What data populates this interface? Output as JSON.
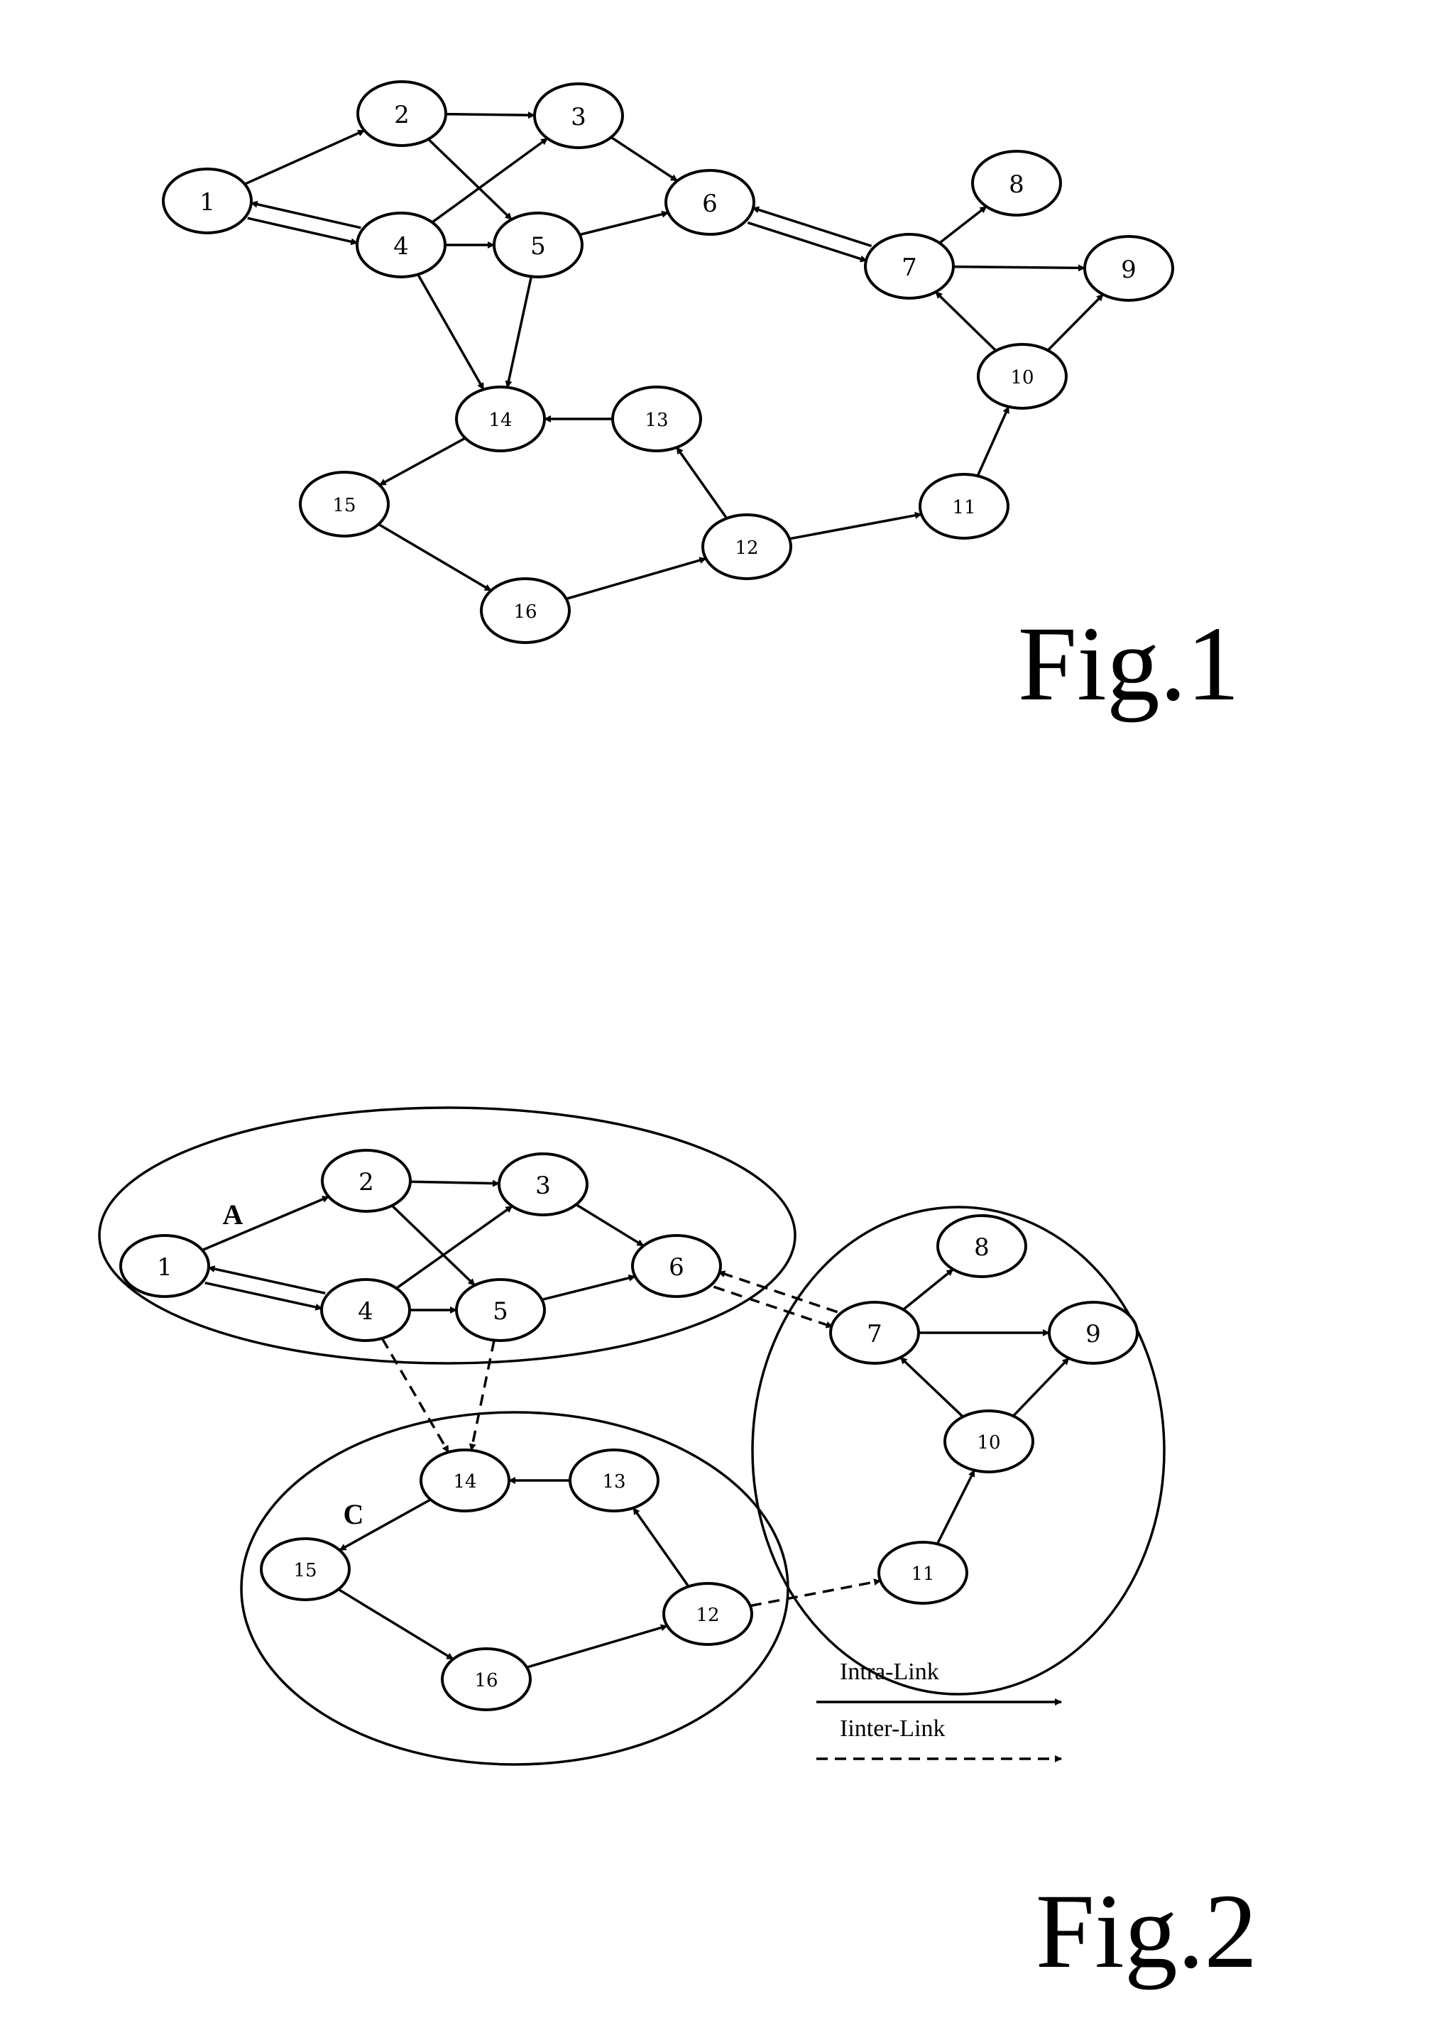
{
  "fig1": {
    "caption": "Fig.1",
    "nodes": [
      {
        "id": "1",
        "label": "1"
      },
      {
        "id": "2",
        "label": "2"
      },
      {
        "id": "3",
        "label": "3"
      },
      {
        "id": "4",
        "label": "4"
      },
      {
        "id": "5",
        "label": "5"
      },
      {
        "id": "6",
        "label": "6"
      },
      {
        "id": "7",
        "label": "7"
      },
      {
        "id": "8",
        "label": "8"
      },
      {
        "id": "9",
        "label": "9"
      },
      {
        "id": "10",
        "label": "10"
      },
      {
        "id": "11",
        "label": "11"
      },
      {
        "id": "12",
        "label": "12"
      },
      {
        "id": "13",
        "label": "13"
      },
      {
        "id": "14",
        "label": "14"
      },
      {
        "id": "15",
        "label": "15"
      },
      {
        "id": "16",
        "label": "16"
      }
    ],
    "edges": [
      [
        "1",
        "2"
      ],
      [
        "2",
        "3"
      ],
      [
        "2",
        "5"
      ],
      [
        "1",
        "4"
      ],
      [
        "4",
        "1"
      ],
      [
        "4",
        "3"
      ],
      [
        "4",
        "5"
      ],
      [
        "4",
        "14"
      ],
      [
        "5",
        "14"
      ],
      [
        "3",
        "6"
      ],
      [
        "5",
        "6"
      ],
      [
        "6",
        "7"
      ],
      [
        "7",
        "6"
      ],
      [
        "7",
        "8"
      ],
      [
        "7",
        "9"
      ],
      [
        "10",
        "7"
      ],
      [
        "10",
        "9"
      ],
      [
        "11",
        "10"
      ],
      [
        "12",
        "11"
      ],
      [
        "12",
        "13"
      ],
      [
        "13",
        "14"
      ],
      [
        "14",
        "15"
      ],
      [
        "15",
        "16"
      ],
      [
        "16",
        "12"
      ]
    ]
  },
  "fig2": {
    "caption": "Fig.2",
    "clusters": [
      {
        "id": "A",
        "label": "A"
      },
      {
        "id": "B",
        "label": ""
      },
      {
        "id": "C",
        "label": "C"
      }
    ],
    "nodes": [
      {
        "id": "1",
        "label": "1"
      },
      {
        "id": "2",
        "label": "2"
      },
      {
        "id": "3",
        "label": "3"
      },
      {
        "id": "4",
        "label": "4"
      },
      {
        "id": "5",
        "label": "5"
      },
      {
        "id": "6",
        "label": "6"
      },
      {
        "id": "7",
        "label": "7"
      },
      {
        "id": "8",
        "label": "8"
      },
      {
        "id": "9",
        "label": "9"
      },
      {
        "id": "10",
        "label": "10"
      },
      {
        "id": "11",
        "label": "11"
      },
      {
        "id": "12",
        "label": "12"
      },
      {
        "id": "13",
        "label": "13"
      },
      {
        "id": "14",
        "label": "14"
      },
      {
        "id": "15",
        "label": "15"
      },
      {
        "id": "16",
        "label": "16"
      }
    ],
    "intra_edges": [
      [
        "1",
        "2"
      ],
      [
        "2",
        "3"
      ],
      [
        "2",
        "5"
      ],
      [
        "1",
        "4"
      ],
      [
        "4",
        "1"
      ],
      [
        "4",
        "3"
      ],
      [
        "4",
        "5"
      ],
      [
        "3",
        "6"
      ],
      [
        "5",
        "6"
      ],
      [
        "7",
        "8"
      ],
      [
        "7",
        "9"
      ],
      [
        "10",
        "7"
      ],
      [
        "10",
        "9"
      ],
      [
        "11",
        "10"
      ],
      [
        "12",
        "13"
      ],
      [
        "13",
        "14"
      ],
      [
        "14",
        "15"
      ],
      [
        "15",
        "16"
      ],
      [
        "16",
        "12"
      ]
    ],
    "inter_edges": [
      [
        "4",
        "14"
      ],
      [
        "5",
        "14"
      ],
      [
        "6",
        "7"
      ],
      [
        "7",
        "6"
      ],
      [
        "12",
        "11"
      ]
    ],
    "legend": {
      "intra_label": "Intra-Link",
      "inter_label": "Iinter-Link"
    }
  }
}
